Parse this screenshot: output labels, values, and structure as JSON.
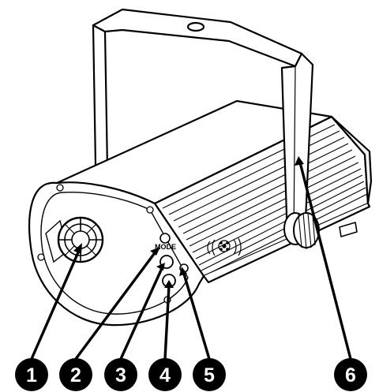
{
  "product_labels": {
    "mode": "MODE"
  },
  "callouts": [
    {
      "number": "1",
      "target": "lens"
    },
    {
      "number": "2",
      "target": "mode-button"
    },
    {
      "number": "3",
      "target": "microphone-sensitivity-knob"
    },
    {
      "number": "4",
      "target": "led-indicator"
    },
    {
      "number": "5",
      "target": "sound-led"
    },
    {
      "number": "6",
      "target": "mounting-bracket"
    }
  ],
  "colors": {
    "line": "#000000",
    "fill": "#ffffff",
    "badge": "#000000",
    "badge_text": "#ffffff",
    "shade": "#e6e6e6"
  }
}
